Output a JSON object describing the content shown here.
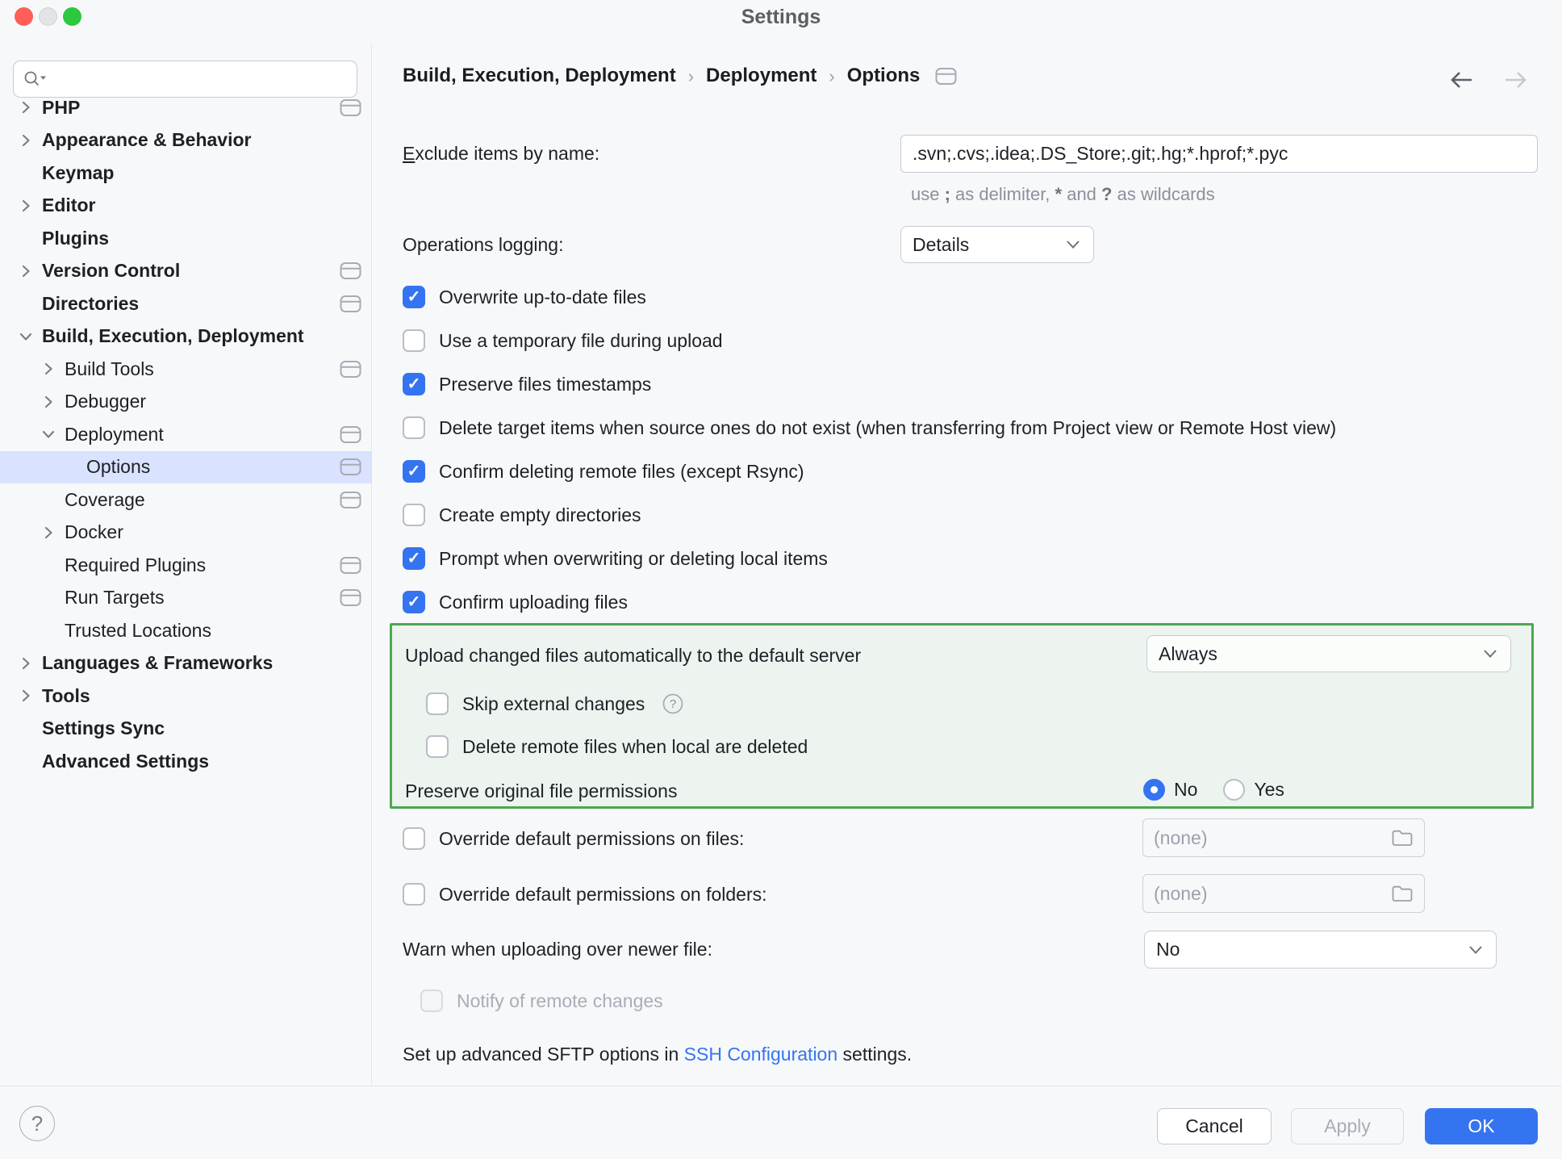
{
  "window": {
    "title": "Settings"
  },
  "colors": {
    "accent": "#3574f0",
    "selected_row": "#d9e2ff",
    "highlight_border": "#4ba750",
    "link": "#3574f0"
  },
  "icons": {
    "search": "magnifier-with-dropdown",
    "tree_expand": "chevron",
    "scheme": "settings-card",
    "help": "question-circle",
    "folder": "folder",
    "back": "arrow-left",
    "forward": "arrow-right"
  },
  "sidebar": {
    "search": {
      "placeholder": "",
      "value": ""
    },
    "items": [
      {
        "label": "PHP",
        "level": 0,
        "chevron": "right",
        "card": true,
        "bold": true,
        "selected": false
      },
      {
        "label": "Appearance & Behavior",
        "level": 0,
        "chevron": "right",
        "card": false,
        "bold": true,
        "selected": false
      },
      {
        "label": "Keymap",
        "level": 0,
        "chevron": "none",
        "card": false,
        "bold": true,
        "selected": false
      },
      {
        "label": "Editor",
        "level": 0,
        "chevron": "right",
        "card": false,
        "bold": true,
        "selected": false
      },
      {
        "label": "Plugins",
        "level": 0,
        "chevron": "none",
        "card": false,
        "bold": true,
        "selected": false
      },
      {
        "label": "Version Control",
        "level": 0,
        "chevron": "right",
        "card": true,
        "bold": true,
        "selected": false
      },
      {
        "label": "Directories",
        "level": 0,
        "chevron": "none",
        "card": true,
        "bold": true,
        "selected": false
      },
      {
        "label": "Build, Execution, Deployment",
        "level": 0,
        "chevron": "down",
        "card": false,
        "bold": true,
        "selected": false
      },
      {
        "label": "Build Tools",
        "level": 1,
        "chevron": "right",
        "card": true,
        "bold": false,
        "selected": false
      },
      {
        "label": "Debugger",
        "level": 1,
        "chevron": "right",
        "card": false,
        "bold": false,
        "selected": false
      },
      {
        "label": "Deployment",
        "level": 1,
        "chevron": "down",
        "card": true,
        "bold": false,
        "selected": false
      },
      {
        "label": "Options",
        "level": 2,
        "chevron": "none",
        "card": true,
        "bold": false,
        "selected": true
      },
      {
        "label": "Coverage",
        "level": 1,
        "chevron": "none",
        "card": true,
        "bold": false,
        "selected": false
      },
      {
        "label": "Docker",
        "level": 1,
        "chevron": "right",
        "card": false,
        "bold": false,
        "selected": false
      },
      {
        "label": "Required Plugins",
        "level": 1,
        "chevron": "none",
        "card": true,
        "bold": false,
        "selected": false
      },
      {
        "label": "Run Targets",
        "level": 1,
        "chevron": "none",
        "card": true,
        "bold": false,
        "selected": false
      },
      {
        "label": "Trusted Locations",
        "level": 1,
        "chevron": "none",
        "card": false,
        "bold": false,
        "selected": false
      },
      {
        "label": "Languages & Frameworks",
        "level": 0,
        "chevron": "right",
        "card": false,
        "bold": true,
        "selected": false
      },
      {
        "label": "Tools",
        "level": 0,
        "chevron": "right",
        "card": false,
        "bold": true,
        "selected": false
      },
      {
        "label": "Settings Sync",
        "level": 0,
        "chevron": "none",
        "card": false,
        "bold": true,
        "selected": false
      },
      {
        "label": "Advanced Settings",
        "level": 0,
        "chevron": "none",
        "card": false,
        "bold": true,
        "selected": false
      }
    ],
    "help_label": "?"
  },
  "breadcrumb": {
    "parts": [
      "Build, Execution, Deployment",
      "Deployment",
      "Options"
    ],
    "separator": "›"
  },
  "main": {
    "exclude": {
      "label": "Exclude items by name:",
      "value": ".svn;.cvs;.idea;.DS_Store;.git;.hg;*.hprof;*.pyc",
      "hint": {
        "t1": "use ",
        "b1": ";",
        "t2": " as delimiter, ",
        "b2": "*",
        "t3": " and ",
        "b3": "?",
        "t4": " as wildcards"
      }
    },
    "operations_logging": {
      "label": "Operations logging:",
      "value": "Details"
    },
    "checkboxes": [
      {
        "label": "Overwrite up-to-date files",
        "checked": true
      },
      {
        "label": "Use a temporary file during upload",
        "checked": false
      },
      {
        "label": "Preserve files timestamps",
        "checked": true
      },
      {
        "label": "Delete target items when source ones do not exist (when transferring from Project view or Remote Host view)",
        "checked": false
      },
      {
        "label": "Confirm deleting remote files (except Rsync)",
        "checked": true
      },
      {
        "label": "Create empty directories",
        "checked": false
      },
      {
        "label": "Prompt when overwriting or deleting local items",
        "checked": true
      },
      {
        "label": "Confirm uploading files",
        "checked": true
      }
    ],
    "upload_group": {
      "auto_label": "Upload changed files automatically to the default server",
      "auto_value": "Always",
      "skip": {
        "label": "Skip external changes",
        "checked": false
      },
      "delete_remote": {
        "label": "Delete remote files when local are deleted",
        "checked": false
      },
      "permissions": {
        "label": "Preserve original file permissions",
        "options": [
          "No",
          "Yes"
        ],
        "selected": "No"
      }
    },
    "override_files": {
      "label": "Override default permissions on files:",
      "checked": false,
      "value": "(none)"
    },
    "override_folders": {
      "label": "Override default permissions on folders:",
      "checked": false,
      "value": "(none)"
    },
    "warn_newer": {
      "label": "Warn when uploading over newer file:",
      "value": "No"
    },
    "notify_remote": {
      "label": "Notify of remote changes",
      "checked": false
    },
    "sftp_note": {
      "prefix": "Set up advanced SFTP options in ",
      "link_text": "SSH Configuration",
      "suffix": " settings."
    }
  },
  "footer": {
    "cancel_label": "Cancel",
    "apply_label": "Apply",
    "ok_label": "OK"
  }
}
